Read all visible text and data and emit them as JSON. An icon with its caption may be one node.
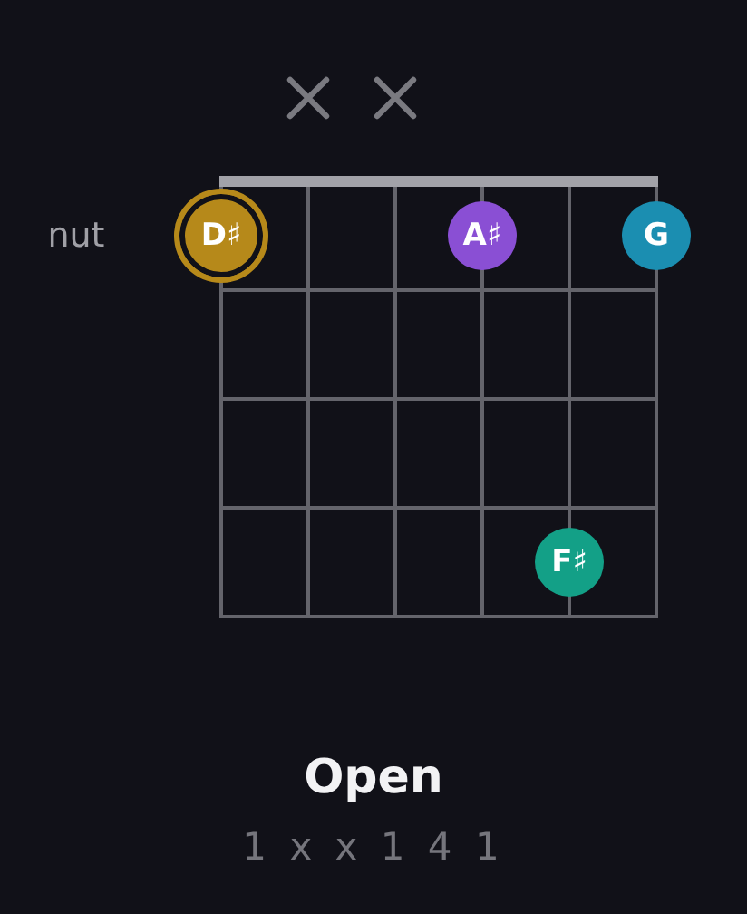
{
  "diagram": {
    "title": "Open",
    "nodes": [
      {
        "text": [
          "D♯"
        ]
      },
      {
        "text": [
          "A♯"
        ]
      },
      {
        "text": [
          "G"
        ]
      },
      {
        "text": [
          "F♯"
        ]
      }
    ],
    "labels": [
      "nut",
      "1 x x 1 4 1"
    ]
  }
}
